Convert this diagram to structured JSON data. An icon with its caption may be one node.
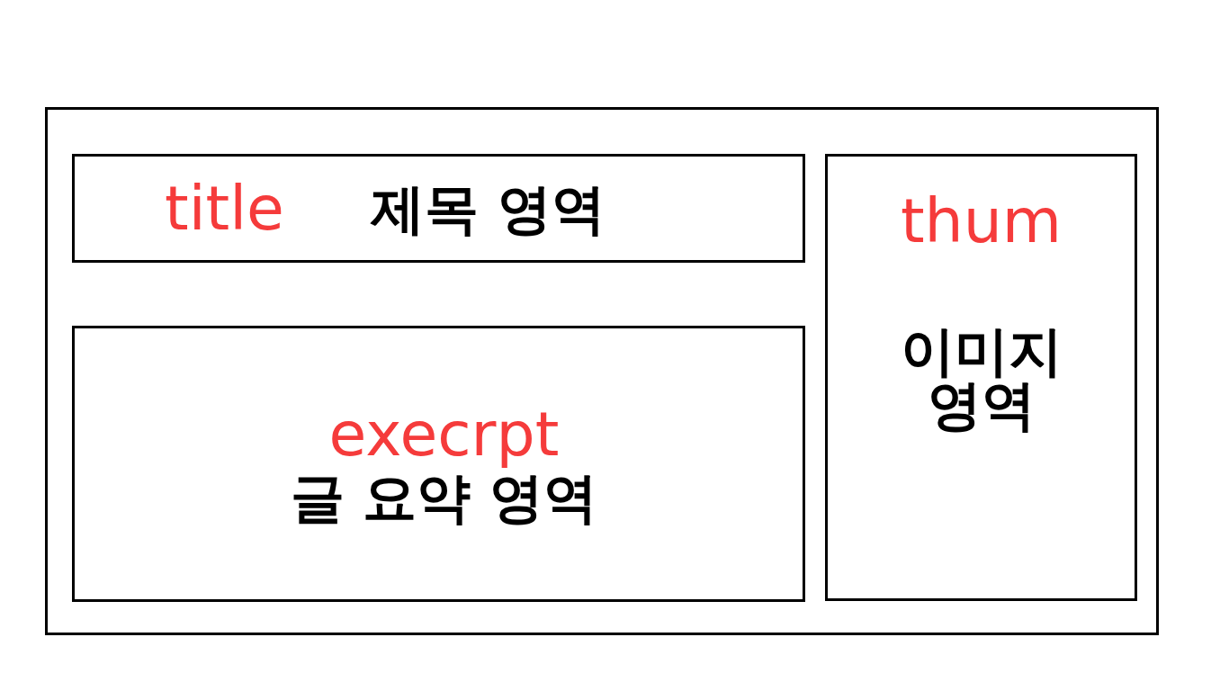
{
  "diagram": {
    "nodes": [
      {
        "text": [],
        "shape": "box"
      },
      {
        "text": [
          "title",
          "제목 영역"
        ],
        "in": 0
      },
      {
        "text": [
          "execrpt",
          "글 요약 영역"
        ],
        "in": 0
      },
      {
        "text": [
          "thum",
          "이미지 영역"
        ],
        "in": 0
      }
    ]
  }
}
